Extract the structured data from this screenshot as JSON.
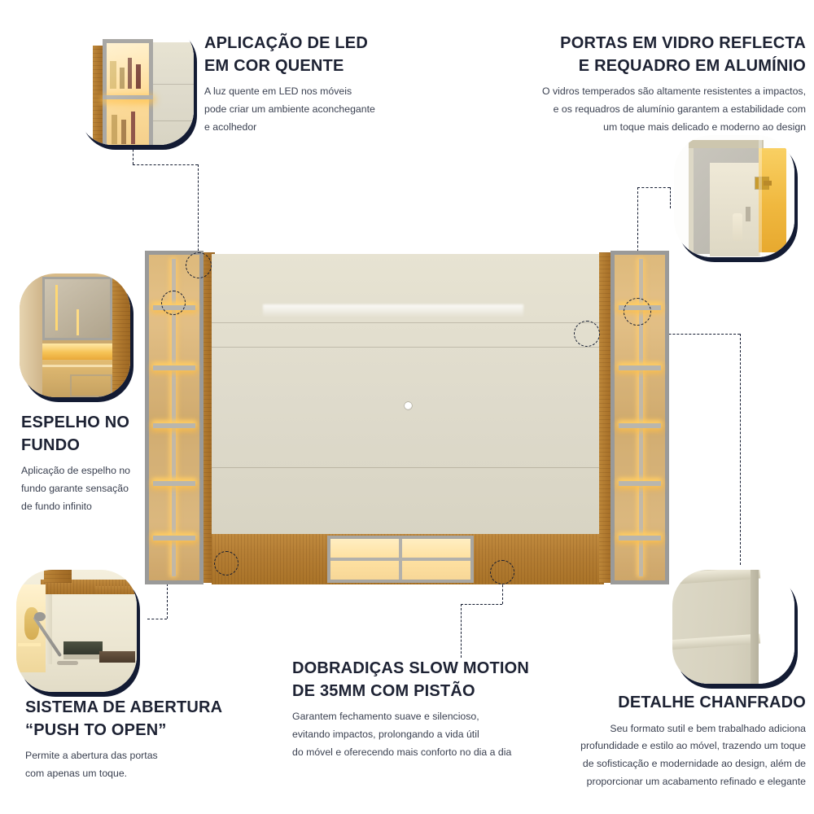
{
  "page": {
    "title": "Painel / Home Theater - Destaques do Produto",
    "accent_dark": "#141c31",
    "text_heading_color": "#1d2233",
    "text_body_color": "#3a4050",
    "wood_color": "#b57e34",
    "cream_color": "#e2dece",
    "led_color": "#f6c356",
    "aluminium_color": "#9a9a99"
  },
  "callouts": [
    {
      "id": "led-cor-quente",
      "title_line1": "APLICAÇÃO DE LED",
      "title_line2": "EM COR QUENTE",
      "body_line1": "A luz quente em LED nos móveis",
      "body_line2": "pode criar um ambiente aconchegante",
      "body_line3": "e acolhedor",
      "photo_name": "photo-nicho-led-garrafas"
    },
    {
      "id": "portas-vidro-reflecta",
      "title_line1": "PORTAS EM VIDRO REFLECTA",
      "title_line2": "E REQUADRO EM ALUMÍNIO",
      "body_line1": "O vidros temperados são altamente resistentes a impactos,",
      "body_line2": "e os requadros de alumínio garantem a estabilidade com",
      "body_line3": "um toque mais  delicado e moderno ao design",
      "photo_name": "photo-porta-vidro-aberta"
    },
    {
      "id": "espelho-no-fundo",
      "title_line1": "ESPELHO NO",
      "title_line2": "FUNDO",
      "body_line1": "Aplicação de espelho no",
      "body_line2": "fundo garante sensação",
      "body_line3": "de fundo infinito",
      "photo_name": "photo-espelho-fundo"
    },
    {
      "id": "push-to-open",
      "title_line1": "SISTEMA DE ABERTURA",
      "title_line2": "“PUSH TO OPEN”",
      "body_line1": "Permite a abertura das portas",
      "body_line2": "com apenas um toque.",
      "body_line3": "",
      "photo_name": "photo-push-to-open"
    },
    {
      "id": "dobradicas-slow-motion",
      "title_line1": "DOBRADIÇAS SLOW MOTION",
      "title_line2": "DE 35mm COM PISTÃO",
      "body_line1": "Garantem fechamento suave e silencioso,",
      "body_line2": "evitando impactos, prolongando a vida útil",
      "body_line3": "do móvel e oferecendo mais conforto no dia a dia",
      "photo_name": "none"
    },
    {
      "id": "detalhe-chanfrado",
      "title_line1": "DETALHE CHANFRADO",
      "title_line2": "",
      "body_line1": "Seu formato sutil e bem trabalhado adiciona",
      "body_line2": "profundidade e estilo ao móvel, trazendo um toque",
      "body_line3": "de sofisticação e modernidade ao design, além de",
      "body_line4": "proporcionar um acabamento refinado e elegante",
      "photo_name": "photo-detalhe-chanfrado"
    }
  ],
  "product": {
    "name": "painel-home-theater",
    "parts": [
      "torre-lateral-esquerda-vidro",
      "painel-central-ripado",
      "torre-lateral-direita-vidro",
      "base-madeira",
      "nicho-led-central"
    ]
  }
}
